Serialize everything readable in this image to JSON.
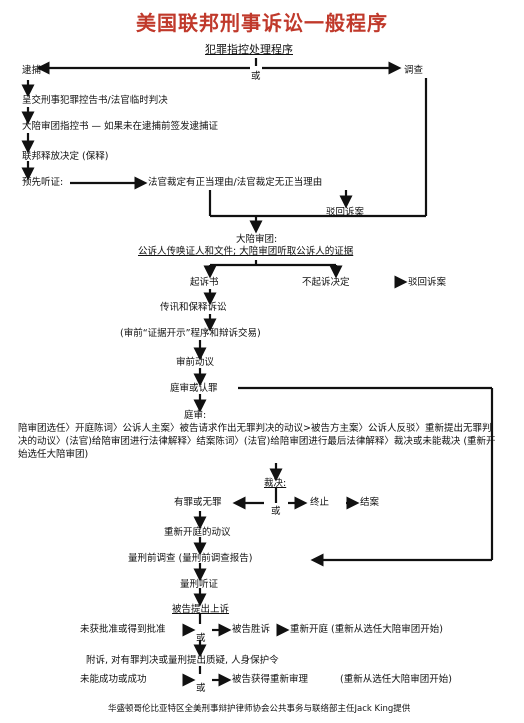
{
  "title": "美国联邦刑事诉讼一般程序",
  "n1": "犯罪指控处理程序",
  "or": "或",
  "n_arrest": "逮捕",
  "n_investigate": "调查",
  "n_complaint": "呈交刑事犯罪控告书/法官临时判决",
  "n_gj_indict": "大陪审团指控书 — 如果未在逮捕前签发逮捕证",
  "n_release": "联邦释放决定 (保释)",
  "n_prelim": "预先听证:",
  "n_cause": "法官裁定有正当理由/法官裁定无正当理由",
  "n_dismiss": "驳回诉案",
  "n_gj": "大陪审团:",
  "n_gj_detail": "公诉人传唤证人和文件; 大陪审团听取公诉人的证据",
  "n_indictment": "起诉书",
  "n_no_bill": "不起诉决定",
  "n_arraign": "传讯和保释诉讼",
  "n_discovery": "(审前“证据开示”程序和辩诉交易)",
  "n_pretrial": "审前动议",
  "n_trial_plea": "庭审或认罪",
  "n_trial": "庭审:",
  "n_trial_detail": "陪审团选任〉开庭陈词〉公诉人主案〉被告请求作出无罪判决的动议>被告方主案〉公诉人反驳〉重新提出无罪判决的动议〉(法官)给陪审团进行法律解释〉结案陈词〉(法官)给陪审团进行最后法律解释〉裁决或未能裁决 (重新开始选任大陪审团)",
  "n_verdict": "裁决:",
  "n_guilty": "有罪或无罪",
  "n_stop": "终止",
  "n_closed": "结案",
  "n_newtrial": "重新开庭的动议",
  "n_psi": "量刑前调查 (量刑前调查报告)",
  "n_sentencing": "量刑听证",
  "n_appeal": "被告提出上诉",
  "n_denied": "未获批准或得到批准",
  "n_def_wins": "被告胜诉",
  "n_retrial": "重新开庭 (重新从选任大陪审团开始)",
  "n_habeas": "附诉, 对有罪判决或量刑提出质疑, 人身保护令",
  "n_success": "未能成功或成功",
  "n_def_retrial": "被告获得重新审理",
  "n_restart": "(重新从选任大陪审团开始)",
  "footer": "华盛顿哥伦比亚特区全美刑事辩护律师协会公共事务与联络部主任Jack King提供"
}
